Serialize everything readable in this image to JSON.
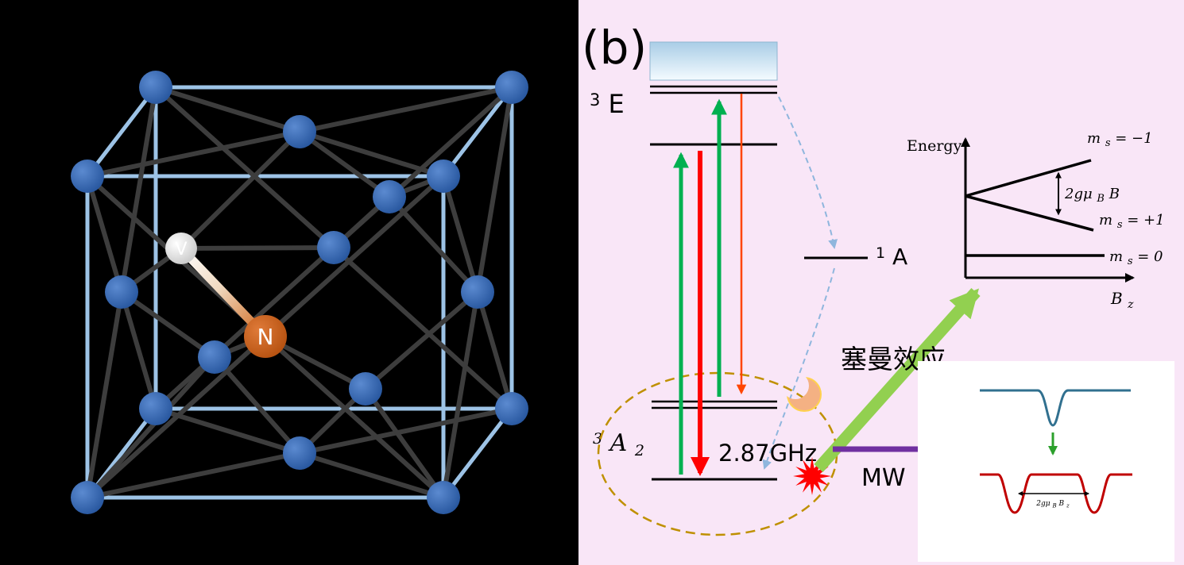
{
  "figure": {
    "panel_label": "(b)",
    "lattice": {
      "vacancy_label": "V",
      "nitrogen_label": "N"
    },
    "levels": {
      "excited_sup": "3",
      "excited_main": "E",
      "ground_sup": "3",
      "ground_main": "A",
      "ground_sub": "2",
      "singlet_sup": "1",
      "singlet_main": "A"
    },
    "microwave_freq": "2.87GHz",
    "mw_label": "MW",
    "zeeman_effect_label": "塞曼效应",
    "zeeman_inset": {
      "energy_label": "Energy",
      "b_main": "B",
      "b_sub": "z",
      "ms_minus_pre": "m",
      "ms_minus_sub": "s",
      "ms_minus_post": " = −1",
      "ms_plus_pre": "m",
      "ms_plus_sub": "s",
      "ms_plus_post": " = +1",
      "ms_zero_pre": "m",
      "ms_zero_sub": "s",
      "ms_zero_post": " = 0",
      "split_pre": "2gμ",
      "split_sub": "B",
      "split_post": "B"
    },
    "odmr_inset": {
      "split_pre": "2gμ",
      "split_sub": "B",
      "split_main": "B",
      "split_sub2": "z"
    },
    "colors": {
      "background_left": "#000000",
      "background_right": "#f9e6f7",
      "atom_blue": "#2e5fa8",
      "cube_edge_blue": "#9dc3e6",
      "bond_gray": "#3d3d3d",
      "nitrogen_orange": "#c55a11",
      "vacancy_gray": "#d9d9d9",
      "excitation_green": "#00b050",
      "emission_red": "#ff0000",
      "ir_orange": "#ff4500",
      "zeeman_arrow_green": "#92d050",
      "mw_purple": "#7030a0",
      "ellipse_gold": "#bf9000",
      "odmr_blue": "#31708f",
      "odmr_red": "#c00000"
    }
  }
}
